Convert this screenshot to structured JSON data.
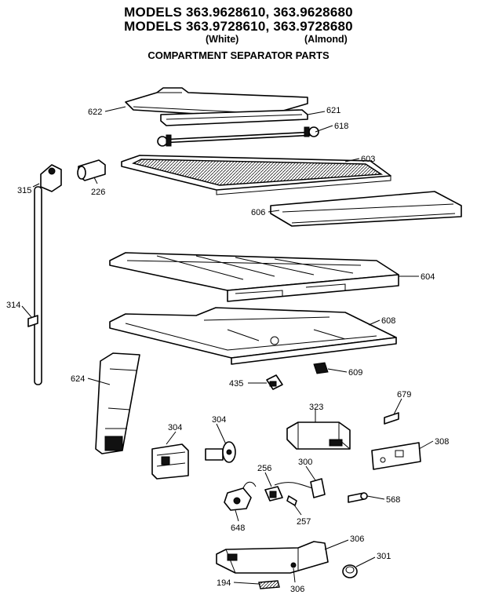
{
  "header": {
    "line1": "MODELS 363.9628610, 363.9628680",
    "line2": "MODELS 363.9728610, 363.9728680",
    "variant_white": "(White)",
    "variant_almond": "(Almond)",
    "title": "COMPARTMENT SEPARATOR PARTS"
  },
  "callouts": {
    "p622": "622",
    "p621": "621",
    "p618": "618",
    "p603": "603",
    "p606": "606",
    "p315": "315",
    "p226": "226",
    "p604": "604",
    "p314": "314",
    "p608": "608",
    "p609": "609",
    "p435": "435",
    "p624": "624",
    "p679": "679",
    "p323": "323",
    "p304a": "304",
    "p304b": "304",
    "p308": "308",
    "p256": "256",
    "p300": "300",
    "p568": "568",
    "p648": "648",
    "p257": "257",
    "p306a": "306",
    "p301": "301",
    "p194": "194",
    "p306b": "306"
  }
}
